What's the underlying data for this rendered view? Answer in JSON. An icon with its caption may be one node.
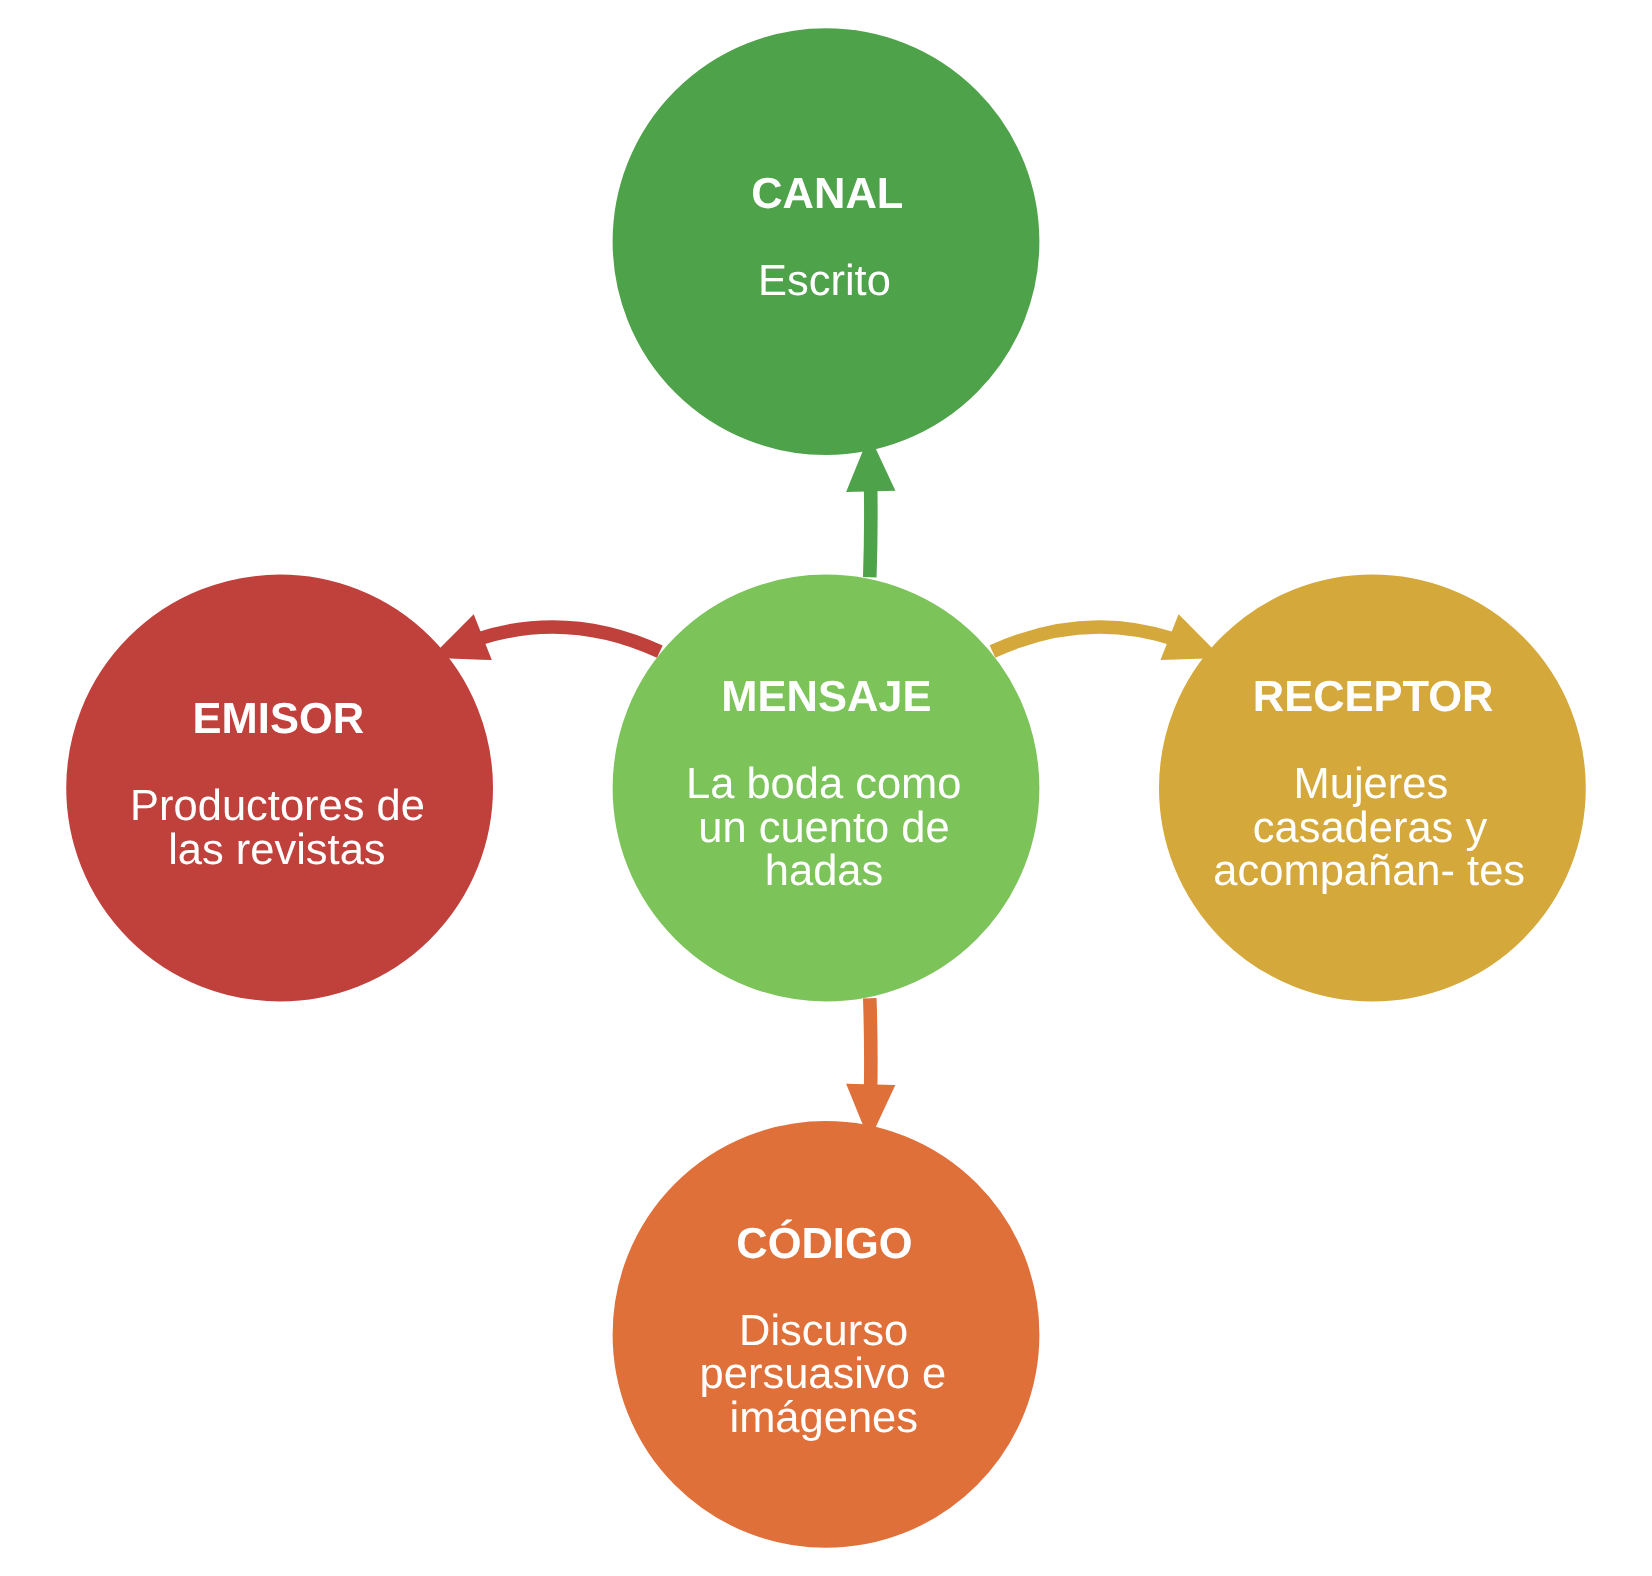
{
  "diagram": {
    "nodes": [
      {
        "text": [
          "CANAL",
          "Escrito"
        ]
      },
      {
        "text": [
          "EMISOR",
          "Productores de las revistas"
        ]
      },
      {
        "text": [
          "MENSAJE",
          "La boda como un cuento de hadas"
        ]
      },
      {
        "text": [
          "RECEPTOR",
          "Mujeres casaderas y acompañan- tes"
        ]
      },
      {
        "text": [
          "CÓDIGO",
          "Discurso persuasivo e imágenes"
        ]
      }
    ],
    "edges": [
      {
        "from": 2,
        "to": 0,
        "arrow": "to",
        "color": "#4ea24a"
      },
      {
        "from": 2,
        "to": 1,
        "arrow": "to",
        "color": "#c0403c"
      },
      {
        "from": 2,
        "to": 3,
        "arrow": "to",
        "color": "#d4a83a"
      },
      {
        "from": 2,
        "to": 4,
        "arrow": "to",
        "color": "#e0703a"
      }
    ]
  }
}
